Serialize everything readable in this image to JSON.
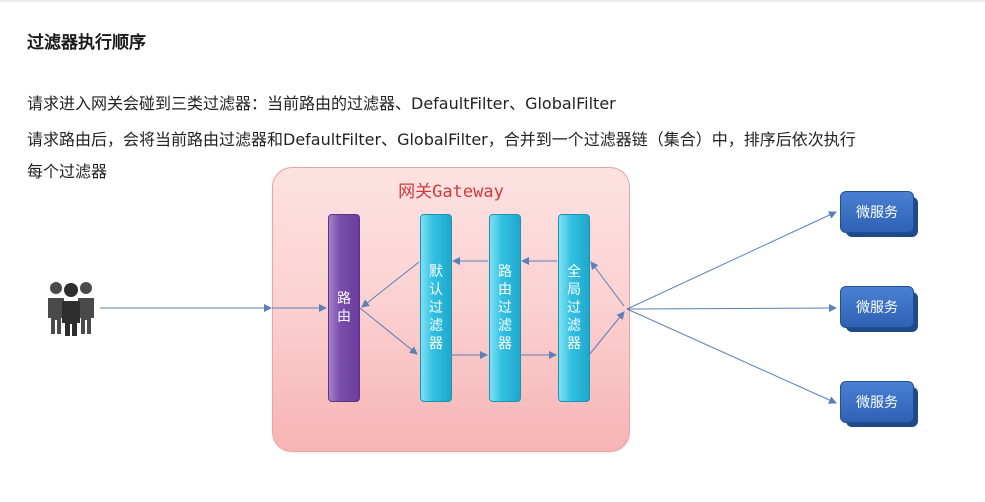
{
  "heading": "过滤器执行顺序",
  "paragraphs": {
    "line1": "请求进入网关会碰到三类过滤器：当前路由的过滤器、DefaultFilter、GlobalFilter",
    "line2": "请求路由后，会将当前路由过滤器和DefaultFilter、GlobalFilter，合并到一个过滤器链（集合）中，排序后依次执行",
    "line3": "每个过滤器"
  },
  "diagram": {
    "gateway_label": "网关Gateway",
    "route": [
      "路",
      "由"
    ],
    "default_filter": [
      "默",
      "认",
      "过",
      "滤",
      "器"
    ],
    "route_filter": [
      "路",
      "由",
      "过",
      "滤",
      "器"
    ],
    "global_filter": [
      "全",
      "局",
      "过",
      "滤",
      "器"
    ],
    "users_icon": "users-icon",
    "microservices": [
      "微服务",
      "微服务",
      "微服务"
    ],
    "colors": {
      "gateway_border": "#e9a4a4",
      "gateway_title": "#d23a3a",
      "route_pill": "#6a3d9e",
      "filter_pill": "#1ea8cc",
      "microservice": "#2f62b5",
      "arrow": "#5b7fb6"
    }
  }
}
